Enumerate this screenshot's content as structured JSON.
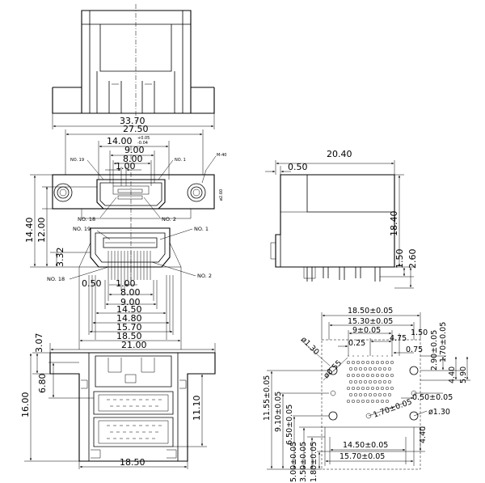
{
  "top_view": {
    "dims": {
      "overall_width": "33.70"
    }
  },
  "front_view": {
    "dims": {
      "width_27_50": "27.50",
      "width_14_00": "14.00",
      "tol_plus": "+0.05",
      "tol_minus": "-0.04",
      "width_9_00": "9.00",
      "width_8_00": "8.00",
      "width_1_00": "1.00",
      "height_14_40": "14.40",
      "height_12_00": "12.00",
      "screw_callout": "M-40",
      "hole_callout": "ø2.60"
    },
    "pin_labels": {
      "no19": "NO. 19",
      "no1": "NO. 1",
      "no18": "NO. 18",
      "no2": "NO. 2"
    }
  },
  "pin_view": {
    "dims": {
      "height_3_32": "3.32",
      "pitch_0_50": "0.50",
      "w_1_00": "1.00",
      "w_8_00": "8.00",
      "w_9_00": "9.00",
      "w_14_50": "14.50",
      "w_14_80": "14.80",
      "w_15_70": "15.70",
      "w_18_50": "18.50",
      "w_21_00": "21.00"
    },
    "pin_labels": {
      "no19": "NO. 19",
      "no1": "NO. 1",
      "no18": "NO. 18",
      "no2": "NO. 2"
    }
  },
  "bottom_view": {
    "dims": {
      "h_3_07": "3.07",
      "h_6_80": "6.80",
      "h_16_00": "16.00",
      "h_11_10": "11.10",
      "w_18_50": "18.50"
    }
  },
  "side_view": {
    "dims": {
      "depth_20_40": "20.40",
      "d_0_50": "0.50",
      "h_18_40": "18.40",
      "h_1_50": "1.50",
      "h_2_60": "2.60"
    }
  },
  "footprint": {
    "dims": {
      "w_18_50": "18.50±0.05",
      "w_15_30": "15.30±0.05",
      "w_9": "9±0.05",
      "w_4_75": "4.75",
      "w_1_50": "1.50",
      "w_0_25": "0.25",
      "w_0_75": "0.75",
      "v_1_70": "1.70±0.05",
      "v_2_90": "2.90±0.05",
      "v_4_40": "4.40",
      "v_5_90": "5.90",
      "d_1_30": "ø1.30",
      "d_0_55": "ø0.55",
      "h_11_55": "11.55±0.05",
      "h_9_10": "9.10±0.05",
      "h_6_50": "6.50±0.05",
      "h_5_00": "5.00±0.05",
      "h_3_50": "3.50±0.05",
      "h_1_80": "1.80±0.05",
      "r_0_50": "0.50±0.05",
      "r_1_70": "1.70±0.05",
      "r_d1_30": "ø1.30",
      "r_4_40": "4.40",
      "b_14_50": "14.50±0.05",
      "b_15_70": "15.70±0.05"
    }
  }
}
